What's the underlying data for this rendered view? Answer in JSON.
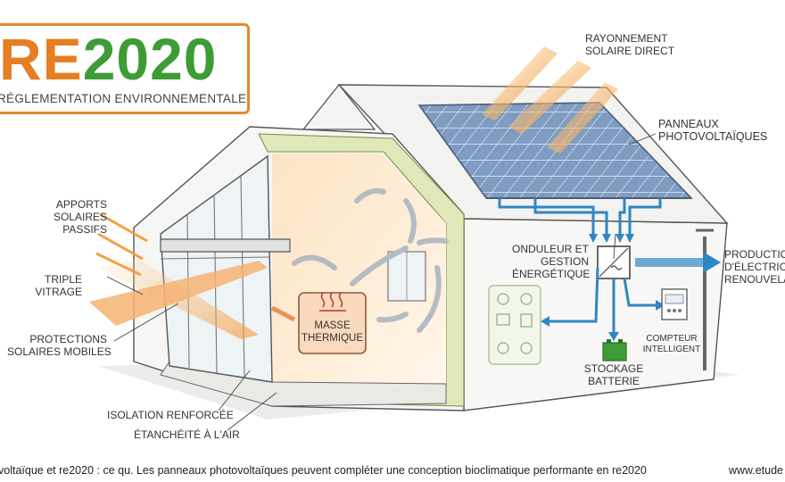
{
  "logo": {
    "re": "RE",
    "year": "2020",
    "subtitle": "RÉGLEMENTATION ENVIRONNEMENTALE"
  },
  "labels": {
    "solar_direct_1": "RAYONNEMENT",
    "solar_direct_2": "SOLAIRE DIRECT",
    "pv_1": "PANNEAUX",
    "pv_2": "PHOTOVOLTAÏQUES",
    "passive_1": "APPORTS",
    "passive_2": "SOLAIRES",
    "passive_3": "PASSIFS",
    "glazing_1": "TRIPLE",
    "glazing_2": "VITRAGE",
    "shading_1": "PROTECTIONS",
    "shading_2": "SOLAIRES MOBILES",
    "insulation": "ISOLATION RENFORCÉE",
    "airtight": "ÉTANCHÉITÉ À L'AIR",
    "mass_1": "MASSE",
    "mass_2": "THERMIQUE",
    "inverter_1": "ONDULEUR ET",
    "inverter_2": "GESTION",
    "inverter_3": "ÉNERGÉTIQUE",
    "production_1": "PRODUCTION",
    "production_2": "D'ÉLECTRICITÉ",
    "production_3": "RENOUVELA",
    "meter_1": "COMPTEUR",
    "meter_2": "INTELLIGENT",
    "battery_1": "STOCKAGE",
    "battery_2": "BATTERIE"
  },
  "caption": "voltaïque et re2020 : ce qu. Les panneaux photovoltaïques peuvent compléter une conception bioclimatique performante en re2020",
  "site": "www.etude",
  "colors": {
    "orange": "#e67e22",
    "green": "#3f9b35",
    "blue": "#2f86c4",
    "insulation": "#dfe8b8",
    "panel": "#6c8db5"
  }
}
